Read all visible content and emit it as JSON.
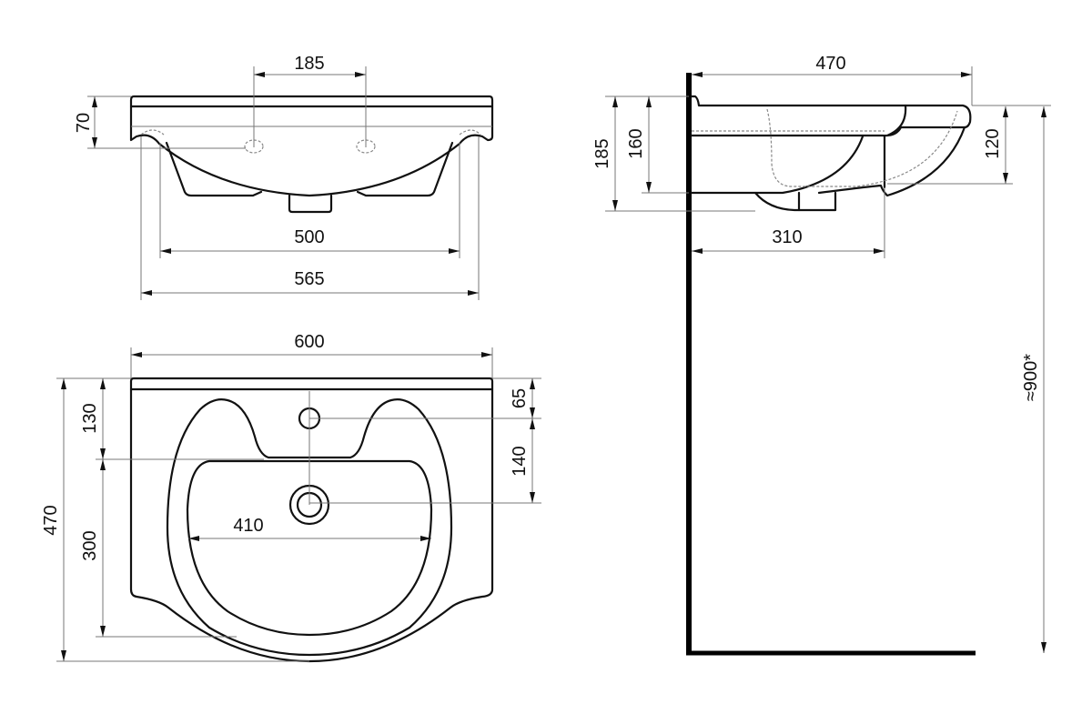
{
  "front_view": {
    "faucet_spacing": "185",
    "rim_height": "70",
    "inner_width": "500",
    "mount_width": "565"
  },
  "top_view": {
    "overall_width": "600",
    "overall_depth": "470",
    "faucet_to_bowl": "130",
    "bowl_depth": "300",
    "back_to_tap": "65",
    "tap_to_drain": "140",
    "bowl_width": "410"
  },
  "side_view": {
    "depth": "470",
    "total_height": "185",
    "body_height": "160",
    "front_height": "120",
    "bracket_depth": "310",
    "install_height": "≈900*"
  }
}
